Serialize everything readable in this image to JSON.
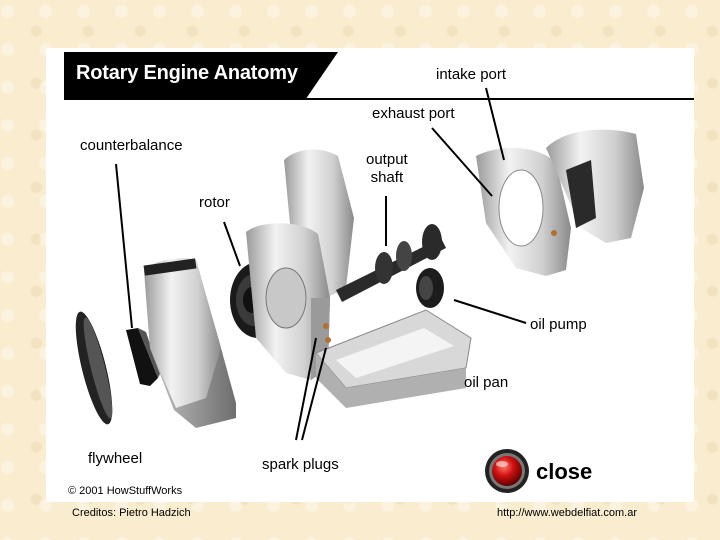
{
  "diagram": {
    "title": "Rotary Engine Anatomy",
    "labels": {
      "intake_port": "intake port",
      "exhaust_port": "exhaust port",
      "counterbalance": "counterbalance",
      "output_shaft": "output\nshaft",
      "rotor": "rotor",
      "oil_pump": "oil pump",
      "oil_pan": "oil pan",
      "flywheel": "flywheel",
      "spark_plugs": "spark plugs"
    },
    "copyright": "© 2001 HowStuffWorks",
    "close_button": {
      "label": "close",
      "icon": "red-circle-button-icon"
    }
  },
  "footer": {
    "credits": "Creditos: Pietro Hadzich",
    "url": "http://www.webdelfiat.com.ar"
  },
  "colors": {
    "metal_light": "#e8e8e8",
    "metal_dark": "#8a8a8a",
    "rotor_black": "#1a1a1a",
    "close_red": "#d01010"
  }
}
